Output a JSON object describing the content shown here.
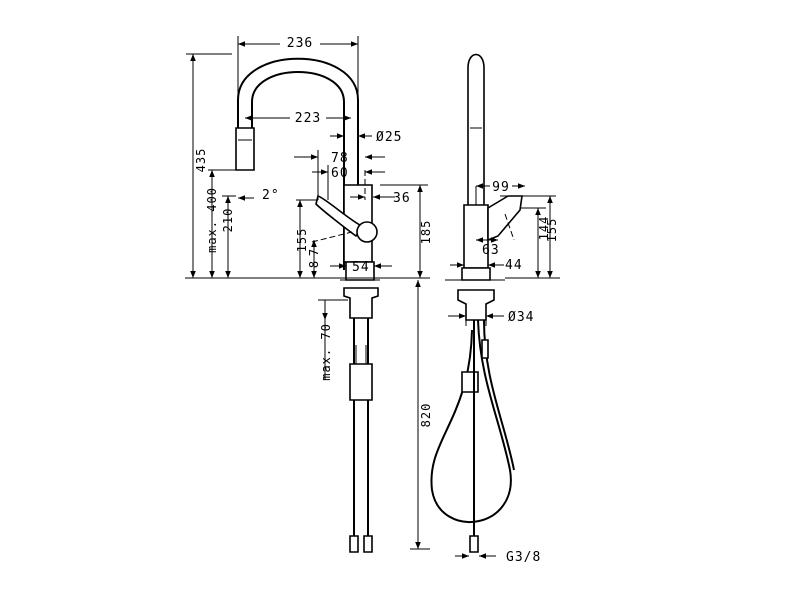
{
  "front_view": {
    "dim_width": "236",
    "dim_reach": "223",
    "dim_spout_dia": "Ø25",
    "dim_78": "78",
    "dim_60": "60",
    "dim_36": "36",
    "dim_155": "155",
    "dim_7": "7",
    "dim_8": "8",
    "dim_54": "54",
    "dim_185": "185",
    "dim_435": "435",
    "dim_max400": "max. 400",
    "dim_210": "210",
    "dim_angle": "2°",
    "dim_max70": "max. 70",
    "dim_820": "820"
  },
  "side_view": {
    "dim_99": "99",
    "dim_63": "63",
    "dim_44": "44",
    "dim_144": "144",
    "dim_155": "155",
    "dim_dia34": "Ø34",
    "dim_thread": "G3/8"
  }
}
